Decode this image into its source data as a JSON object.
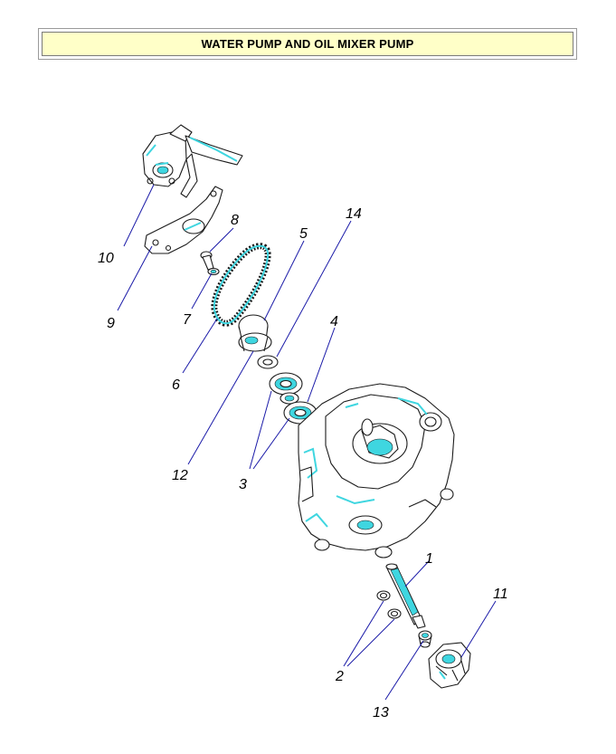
{
  "title": "WATER PUMP AND OIL MIXER PUMP",
  "callouts": {
    "c1": "1",
    "c2": "2",
    "c3": "3",
    "c4": "4",
    "c5": "5",
    "c6": "6",
    "c7": "7",
    "c8": "8",
    "c9": "9",
    "c10": "10",
    "c11": "11",
    "c12": "12",
    "c13": "13",
    "c14": "14"
  },
  "parts": [
    "oil-mixer-pump",
    "pump-bracket",
    "screw",
    "drive-belt",
    "pulley",
    "spacer-washer",
    "bearing-upper",
    "bearing-lower",
    "crankcase-half",
    "pump-shaft",
    "o-ring-upper",
    "o-ring-lower",
    "seal",
    "water-pump-impeller"
  ]
}
